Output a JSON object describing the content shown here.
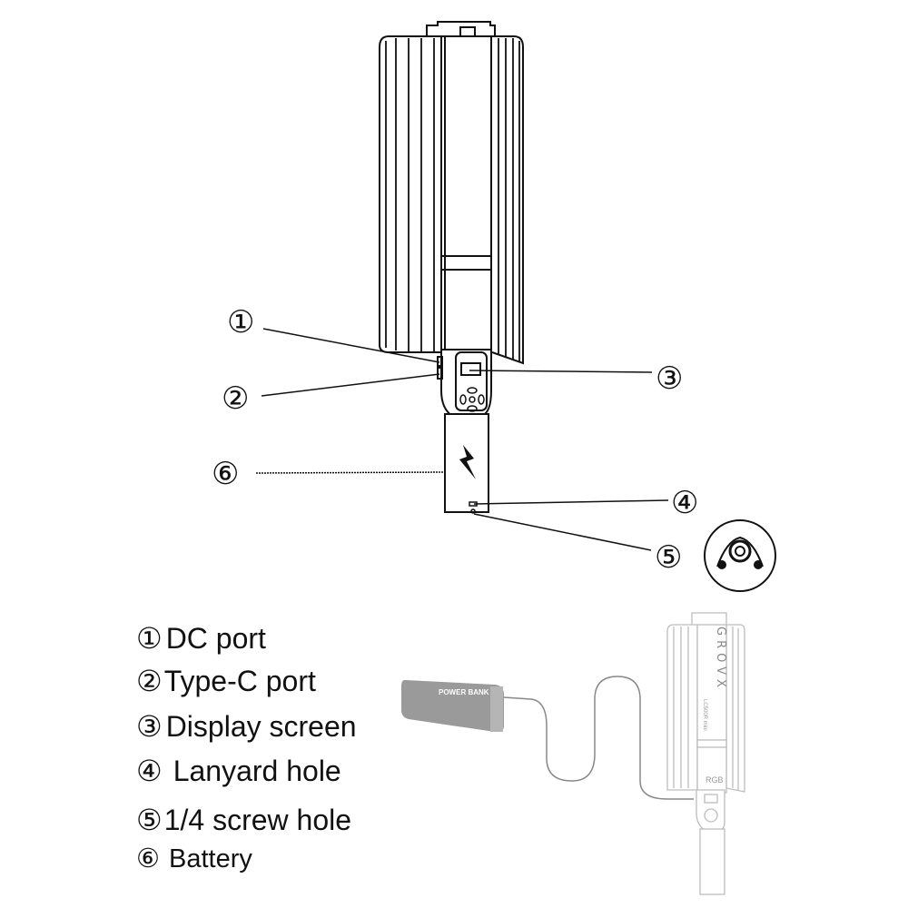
{
  "callouts": {
    "c1": "①",
    "c2": "②",
    "c3": "③",
    "c4": "④",
    "c5": "⑤",
    "c6": "⑥"
  },
  "legend": [
    {
      "num": "①",
      "label": "DC port"
    },
    {
      "num": "②",
      "label": "Type-C port"
    },
    {
      "num": "③",
      "label": "Display screen"
    },
    {
      "num": "④",
      "label": "Lanyard hole"
    },
    {
      "num": "⑤",
      "label": "1/4 screw hole"
    },
    {
      "num": "⑥",
      "label": "Battery"
    }
  ],
  "charging_illustration": {
    "power_bank_label": "POWER BANK",
    "brand": "GROVX",
    "model": "LC500R mini",
    "badge": "RGB"
  },
  "colors": {
    "line": "#111111",
    "ghost": "#b8b8b8",
    "power_bank": "#9a9a9a"
  }
}
